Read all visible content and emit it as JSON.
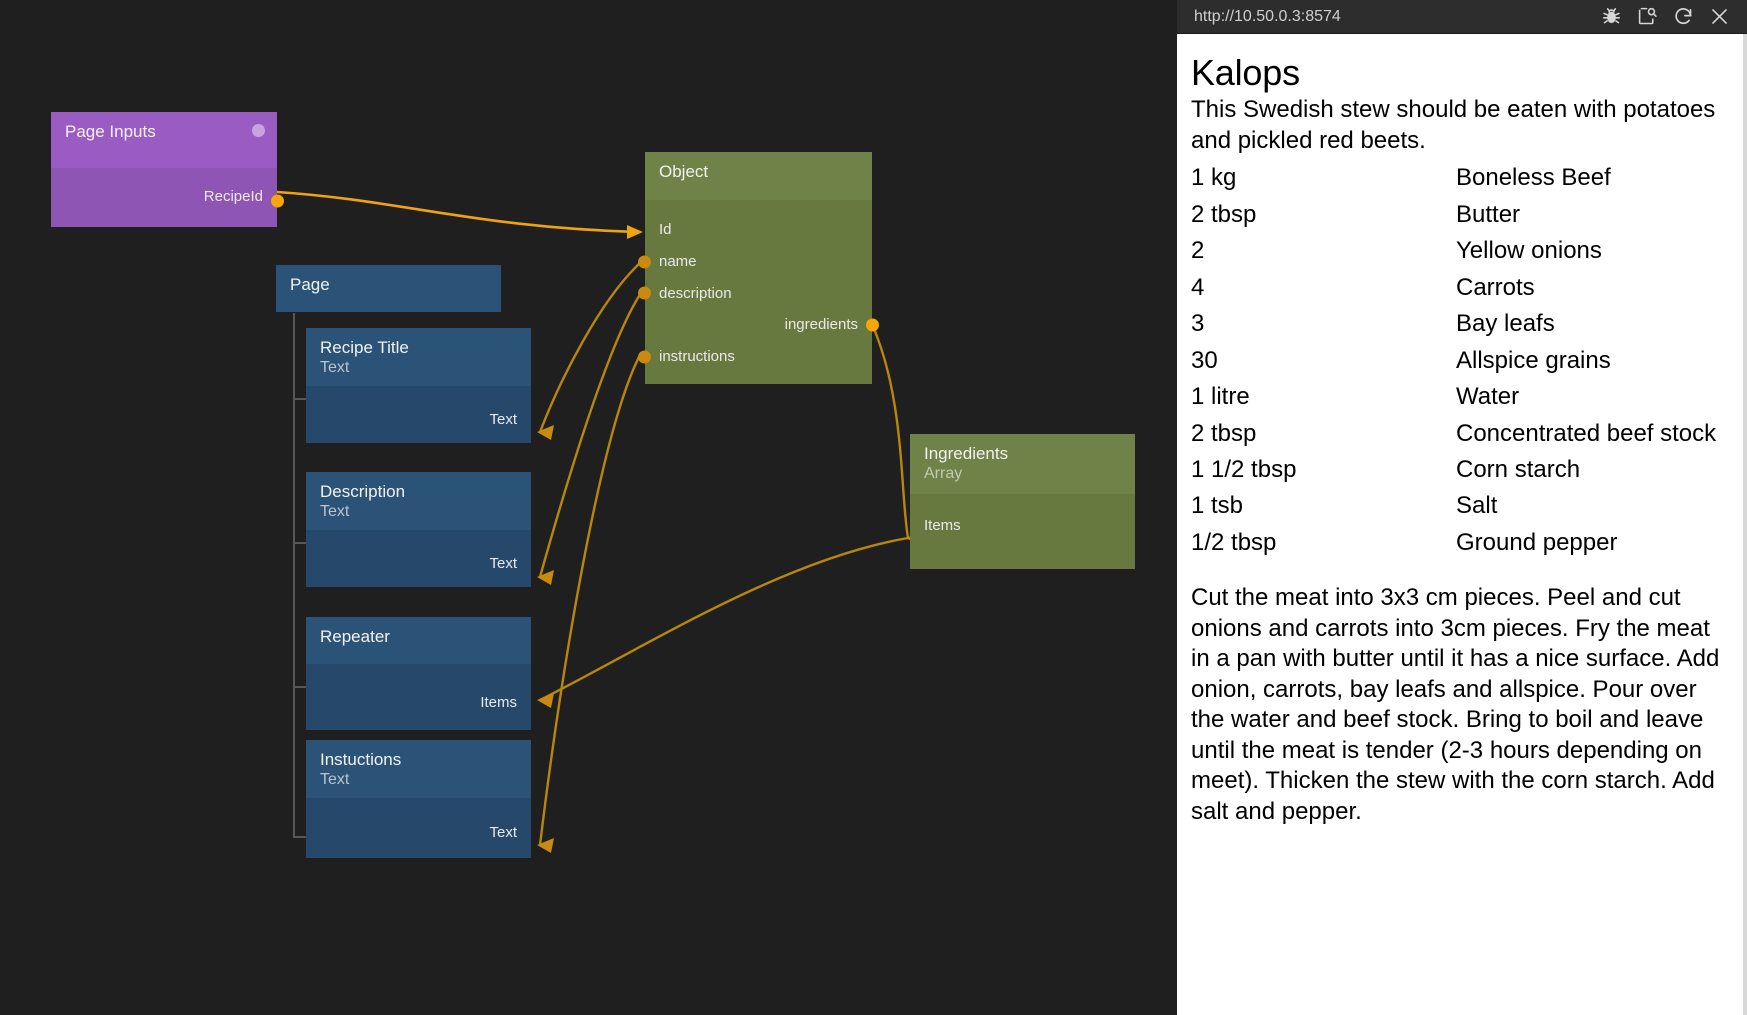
{
  "editor": {
    "nodes": [
      {
        "id": "page-inputs",
        "title": "Page Inputs",
        "subtitle": "",
        "outputs": [
          "RecipeId"
        ],
        "inputs": []
      },
      {
        "id": "page",
        "title": "Page",
        "subtitle": "",
        "inputs": [],
        "outputs": []
      },
      {
        "id": "recipe-title",
        "title": "Recipe Title",
        "subtitle": "Text",
        "inputs": [],
        "outputs": [
          "Text"
        ]
      },
      {
        "id": "description",
        "title": "Description",
        "subtitle": "Text",
        "inputs": [],
        "outputs": [
          "Text"
        ]
      },
      {
        "id": "repeater",
        "title": "Repeater",
        "subtitle": "",
        "inputs": [],
        "outputs": [
          "Items"
        ]
      },
      {
        "id": "instuctions",
        "title": "Instuctions",
        "subtitle": "Text",
        "inputs": [],
        "outputs": [
          "Text"
        ]
      },
      {
        "id": "object",
        "title": "Object",
        "subtitle": "",
        "inputs": [
          "Id",
          "name",
          "description",
          "instructions"
        ],
        "outputs": [
          "ingredients"
        ]
      },
      {
        "id": "ingredients",
        "title": "Ingredients",
        "subtitle": "Array",
        "inputs": [],
        "outputs": [
          "Items"
        ]
      }
    ],
    "colors": {
      "canvas_background": "#1f1f1f",
      "purple_header": "#9a5cc2",
      "purple_body": "#8e55b5",
      "blue_header": "#2b5378",
      "blue_body": "#25486b",
      "green_header": "#6f8247",
      "green_body": "#67793f",
      "wire": "#b8860b",
      "port": "#c98a10"
    }
  },
  "browser": {
    "url": "http://10.50.0.3:8574",
    "toolbar_buttons": [
      {
        "name": "bug-icon",
        "label": "Debug"
      },
      {
        "name": "inspect-page-icon",
        "label": "Inspect"
      },
      {
        "name": "reload-icon",
        "label": "Reload"
      },
      {
        "name": "close-icon",
        "label": "Close"
      }
    ]
  },
  "recipe": {
    "title": "Kalops",
    "intro": "This Swedish stew should be eaten with potatoes and pickled red beets.",
    "ingredients": [
      {
        "quantity": "1 kg",
        "name": "Boneless Beef"
      },
      {
        "quantity": "2 tbsp",
        "name": "Butter"
      },
      {
        "quantity": "2",
        "name": "Yellow onions"
      },
      {
        "quantity": "4",
        "name": "Carrots"
      },
      {
        "quantity": "3",
        "name": "Bay leafs"
      },
      {
        "quantity": "30",
        "name": "Allspice grains"
      },
      {
        "quantity": "1 litre",
        "name": "Water"
      },
      {
        "quantity": "2 tbsp",
        "name": "Concentrated beef stock"
      },
      {
        "quantity": "1 1/2 tbsp",
        "name": "Corn starch"
      },
      {
        "quantity": "1 tsb",
        "name": "Salt"
      },
      {
        "quantity": "1/2 tbsp",
        "name": "Ground pepper"
      }
    ],
    "instructions": "Cut the meat into 3x3 cm pieces. Peel and cut onions and carrots into 3cm pieces. Fry the meat in a pan with butter until it has a nice surface. Add onion, carrots, bay leafs and allspice. Pour over the water and beef stock. Bring to boil and leave until the meat is tender (2-3 hours depending on meet). Thicken the stew with the corn starch. Add salt and pepper."
  }
}
